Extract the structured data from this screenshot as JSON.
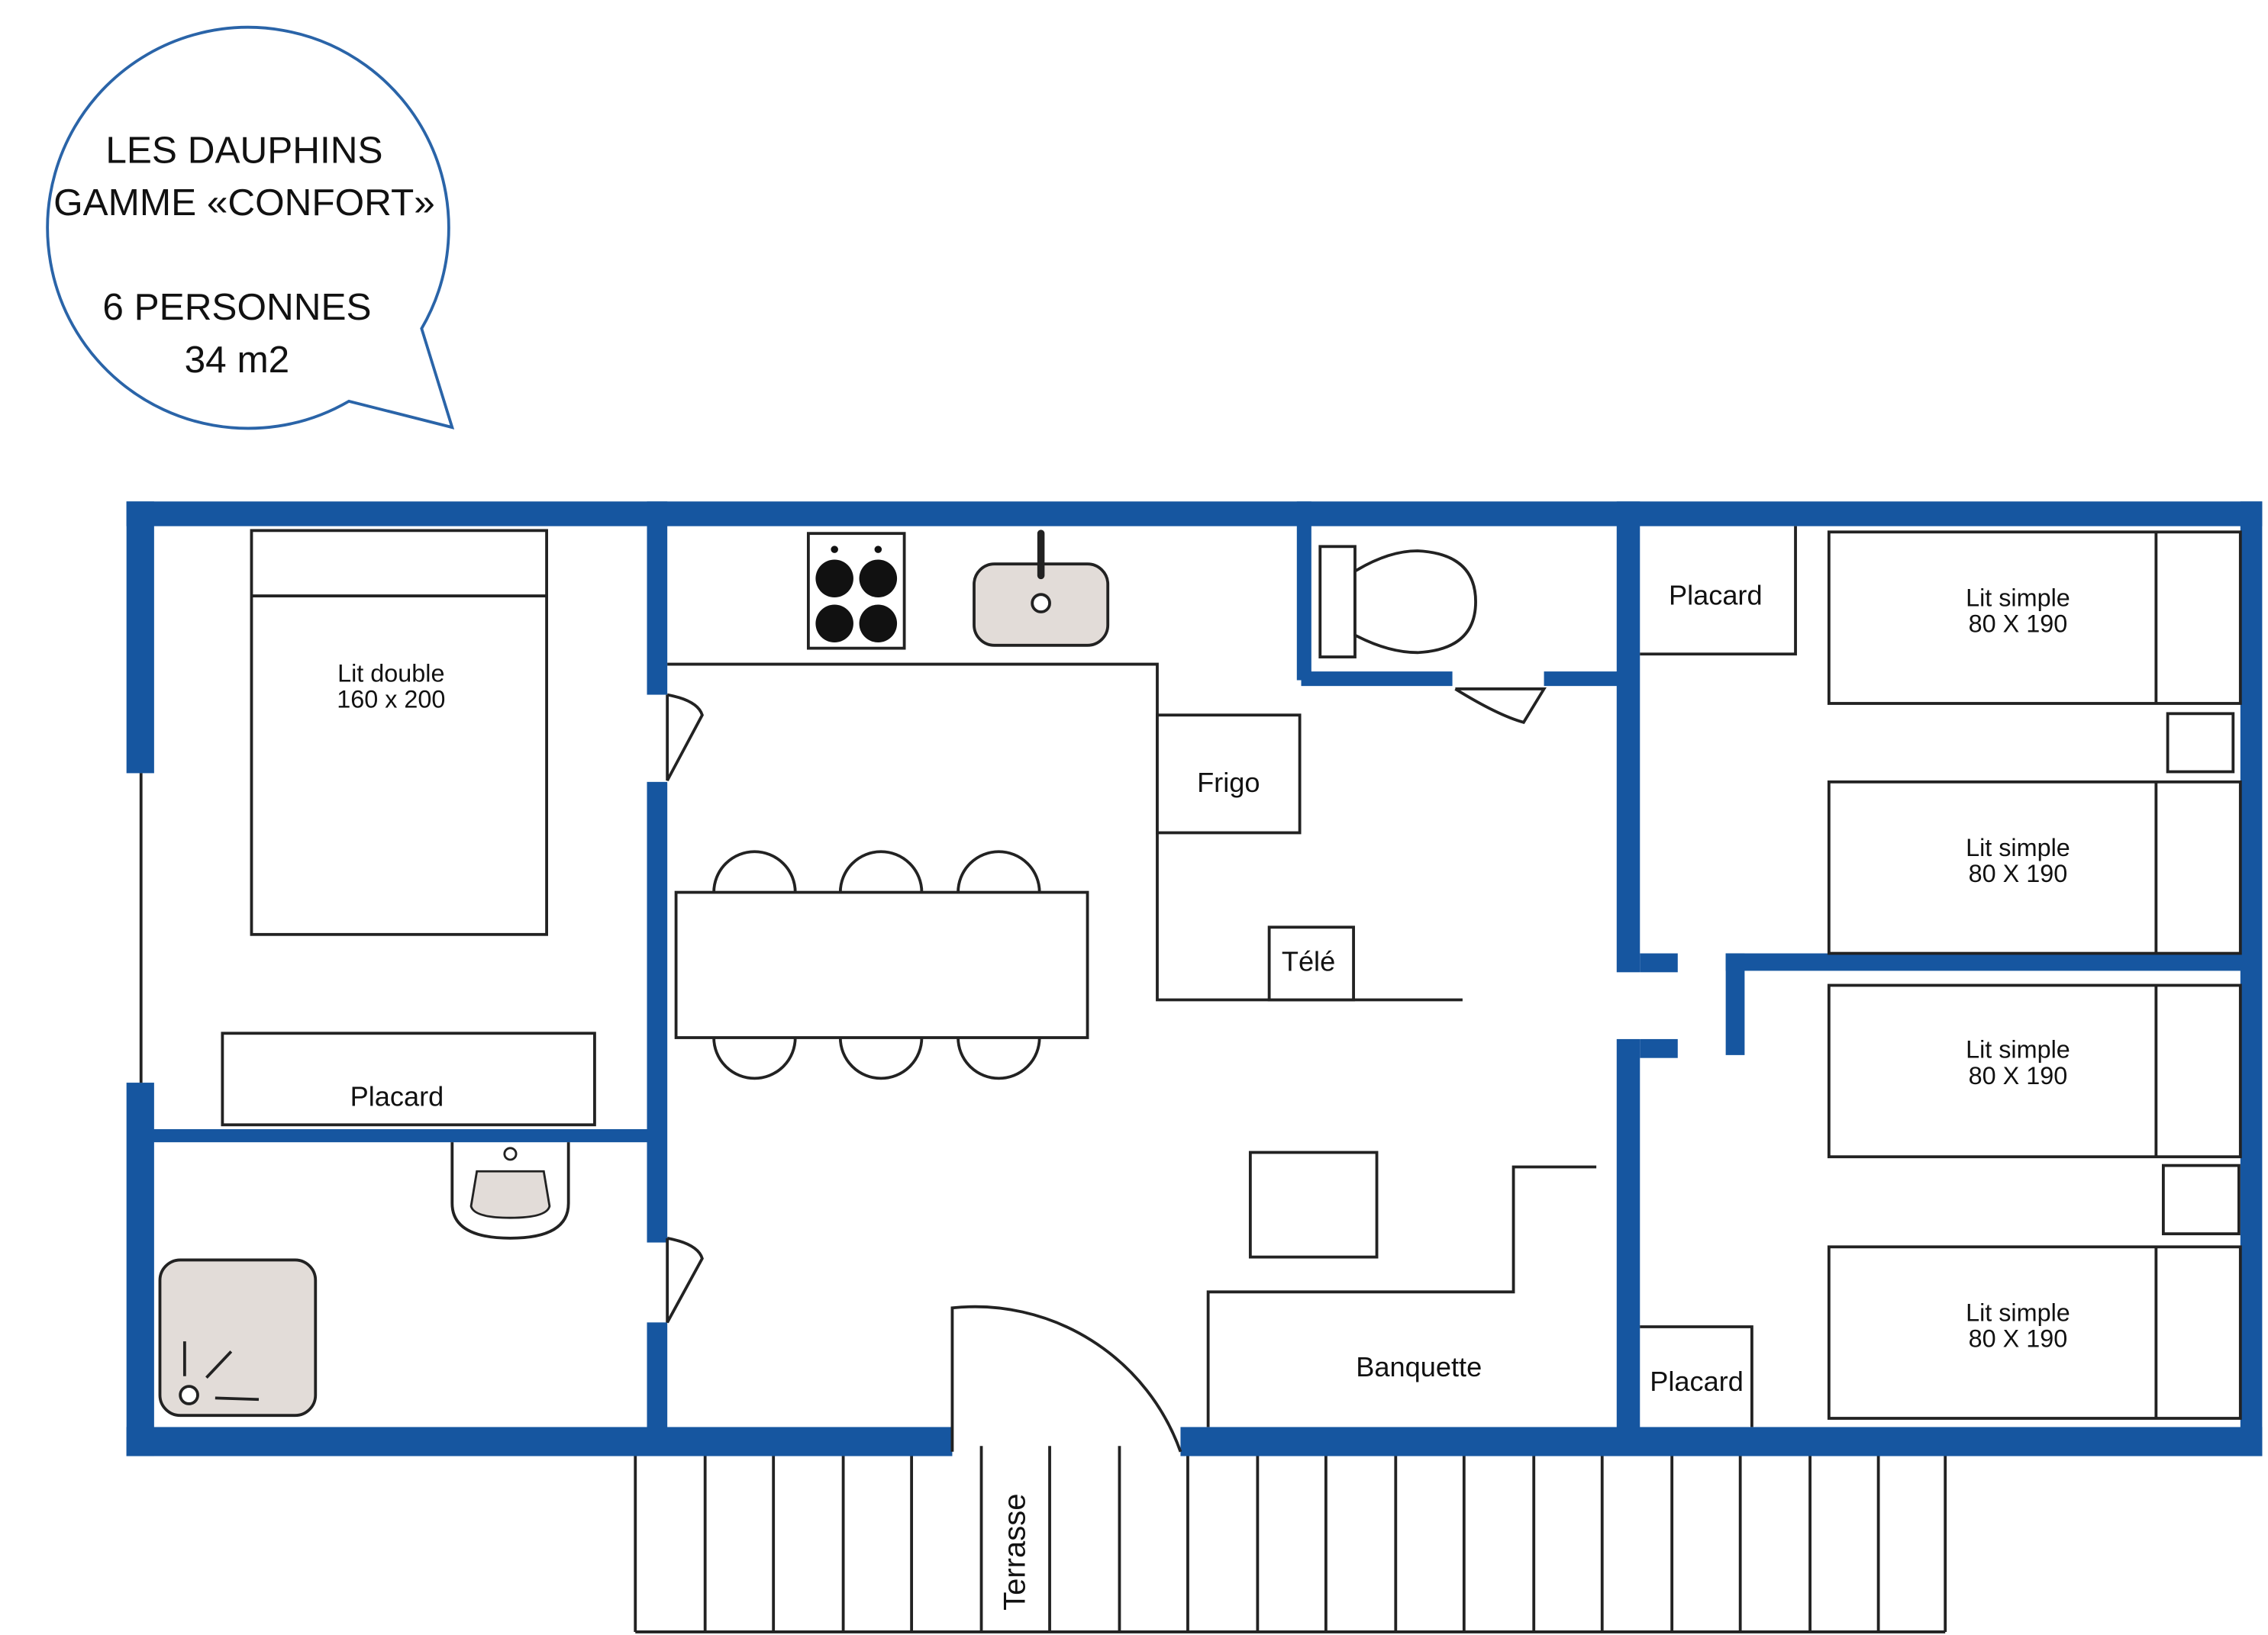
{
  "bubble": {
    "line1": "LES DAUPHINS",
    "line2": "GAMME «CONFORT»",
    "line3": "6 PERSONNES",
    "line4": "34 m2"
  },
  "rooms": {
    "double_bed": {
      "line1": "Lit double",
      "line2": "160 x 200"
    },
    "placard_main": "Placard",
    "placard_top": "Placard",
    "placard_bottom": "Placard",
    "frigo": "Frigo",
    "tele": "Télé",
    "banquette": "Banquette",
    "terrasse": "Terrasse",
    "single_beds": [
      {
        "line1": "Lit  simple",
        "line2": "80 X 190"
      },
      {
        "line1": "Lit simple",
        "line2": "80 X 190"
      },
      {
        "line1": "Lit simple",
        "line2": "80 X 190"
      },
      {
        "line1": "Lit simple",
        "line2": "80 X 190"
      }
    ]
  },
  "colors": {
    "wall": "#1656a0",
    "bubble_outline": "#2a64a8",
    "fixture_fill": "#e2dcd8",
    "line": "#222222"
  },
  "icons": [
    "stove-icon",
    "kitchen-sink-icon",
    "toilet-icon",
    "bathroom-sink-icon",
    "shower-icon"
  ]
}
